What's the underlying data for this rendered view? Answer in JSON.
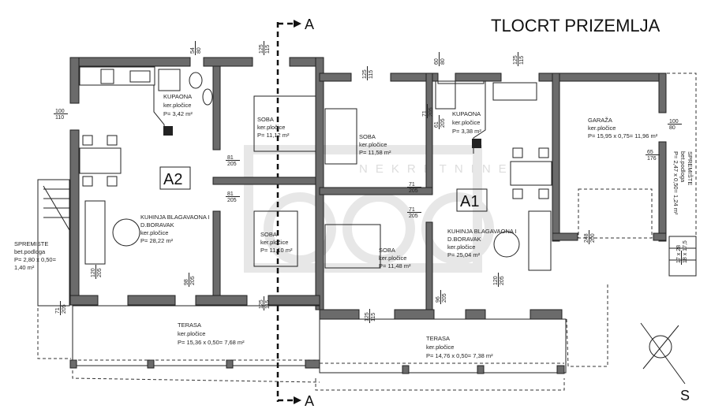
{
  "title": "TLOCRT PRIZEMLJA",
  "section_marker": "A",
  "watermark": "NEKRETNINE",
  "north_mark": "S",
  "units": [
    {
      "label": "A2"
    },
    {
      "label": "A1"
    }
  ],
  "rooms": {
    "a2_kupaona": {
      "name": "KUPAONA",
      "floor": "ker.pločice",
      "area": "P= 3,42 m²"
    },
    "a2_kuhinja": {
      "name": "KUHINJA BLAGAVAONA I",
      "name2": "D.BORAVAK",
      "floor": "ker.pločice",
      "area": "P= 28,22 m²"
    },
    "a2_soba1": {
      "name": "SOBA",
      "floor": "ker.pločice",
      "area": "P= 11,12 m²"
    },
    "a2_soba2": {
      "name": "SOBA",
      "floor": "ker.pločice",
      "area": "P= 11,10 m²"
    },
    "a2_spremiste": {
      "name": "SPREMISTE",
      "floor": "bet.podloga",
      "area": "P= 2,80 x 0,50=",
      "area2": "1,40 m²"
    },
    "a2_terasa": {
      "name": "TERASA",
      "floor": "ker.pločice",
      "area": "P= 15,36 x 0,50= 7,68 m²"
    },
    "a1_soba1": {
      "name": "SOBA",
      "floor": "ker.pločice",
      "area": "P= 11,58 m²"
    },
    "a1_soba2": {
      "name": "SOBA",
      "floor": "ker.pločice",
      "area": "P= 11,48 m²"
    },
    "a1_kupaona": {
      "name": "KUPAONA",
      "floor": "ker.pločice",
      "area": "P= 3,38 m²"
    },
    "a1_kuhinja": {
      "name": "KUHINJA BLAGAVAONA I",
      "name2": "D.BORAVAK",
      "floor": "ker.pločice",
      "area": "P= 25,04 m²"
    },
    "garaza": {
      "name": "GARAŽA",
      "floor": "ker.pločice",
      "area": "P= 15,95 x 0,75= 11,96 m²"
    },
    "spremiste_r": {
      "name": "SPREMIŠTE",
      "floor": "bet.podloga",
      "area": "P= 2,47 x 0,50= 1,24 m²"
    },
    "a1_terasa": {
      "name": "TERASA",
      "floor": "ker.pločice",
      "area": "P= 14,76 x 0,50= 7,38 m²"
    }
  },
  "dims": [
    [
      "54",
      "80"
    ],
    [
      "125",
      "115"
    ],
    [
      "100",
      "110"
    ],
    [
      "71",
      "205"
    ],
    [
      "81",
      "205"
    ],
    [
      "81",
      "205"
    ],
    [
      "120",
      "205"
    ],
    [
      "98",
      "205"
    ],
    [
      "125",
      "115"
    ],
    [
      "71",
      "205"
    ],
    [
      "125",
      "115"
    ],
    [
      "60",
      "80"
    ],
    [
      "125",
      "115"
    ],
    [
      "61",
      "205"
    ],
    [
      "71",
      "205"
    ],
    [
      "71",
      "205"
    ],
    [
      "96",
      "205"
    ],
    [
      "120",
      "205"
    ],
    [
      "125",
      "115"
    ],
    [
      "100",
      "80"
    ],
    [
      "65",
      "176"
    ],
    [
      "248",
      "200"
    ],
    [
      "17 x 28",
      "18 x 17,5"
    ]
  ]
}
